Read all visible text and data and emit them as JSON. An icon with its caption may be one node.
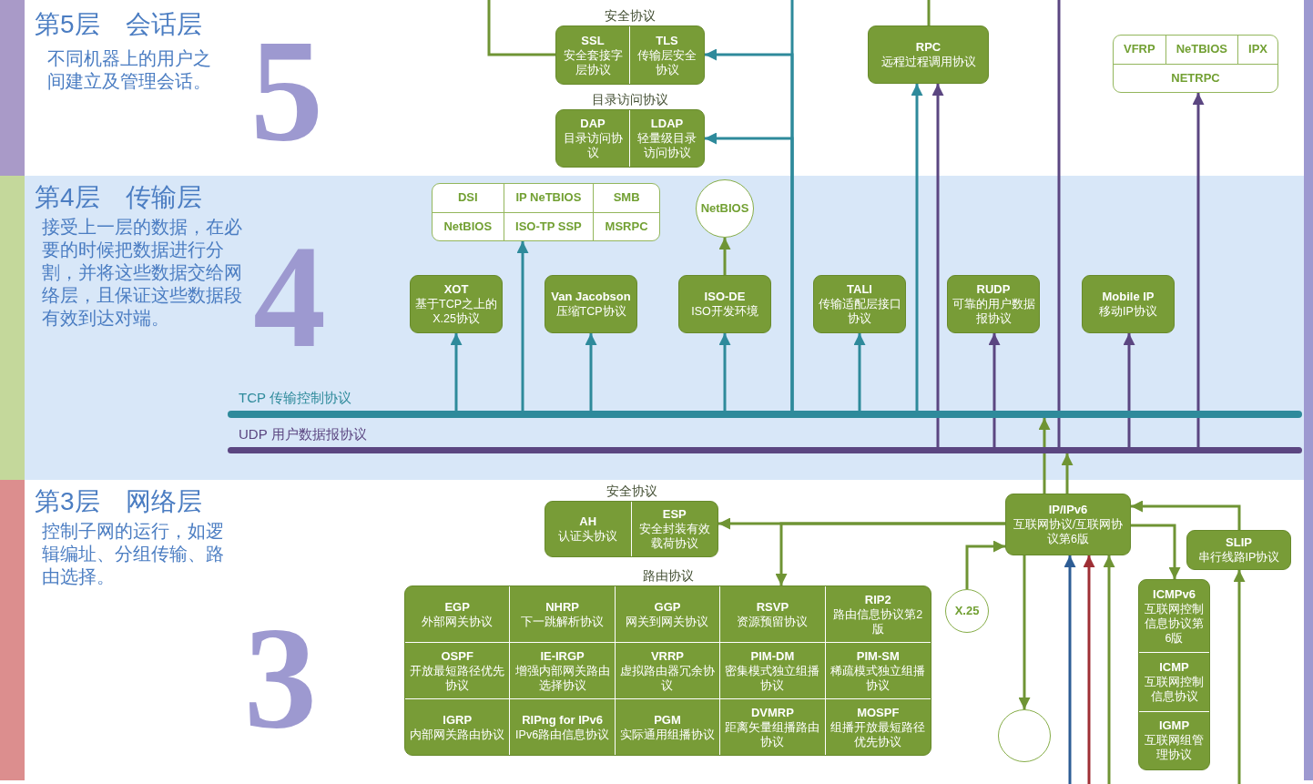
{
  "diagram": {
    "nodes": [
      {
        "text": [
          "第5层　会话层",
          "不同机器上的用户之间建立及管理会话。",
          "5"
        ]
      },
      {
        "text": [
          "安全协议",
          "SSL",
          "安全套接字层协议",
          "TLS",
          "传输层安全协议"
        ],
        "in": 0
      },
      {
        "text": [
          "RPC",
          "远程过程调用协议"
        ],
        "in": 0
      },
      {
        "text": [
          "VFRP",
          "NeTBIOS",
          "IPX",
          "NETRPC"
        ],
        "in": 0
      },
      {
        "text": [
          "目录访问协议",
          "DAP",
          "目录访问协议",
          "LDAP",
          "轻量级目录访问协议"
        ],
        "in": 0
      },
      {
        "text": [
          "第4层　传输层",
          "接受上一层的数据，在必要的时候把数据进行分割，并将这些数据交给网络层，且保证这些数据段有效到达对端。",
          "4"
        ]
      },
      {
        "text": [
          "DSI",
          "IP NeTBIOS",
          "SMB",
          "NetBIOS",
          "ISO-TP SSP",
          "MSRPC"
        ],
        "in": 5
      },
      {
        "text": [
          "NetBIOS"
        ],
        "in": 5
      },
      {
        "text": [
          "XOT",
          "基于TCP之上的X.25协议"
        ],
        "in": 5
      },
      {
        "text": [
          "Van Jacobson",
          "压缩TCP协议"
        ],
        "in": 5
      },
      {
        "text": [
          "ISO-DE",
          "ISO开发环境"
        ],
        "in": 5
      },
      {
        "text": [
          "TALI",
          "传输适配层接口协议"
        ],
        "in": 5
      },
      {
        "text": [
          "RUDP",
          "可靠的用户数据报协议"
        ],
        "in": 5
      },
      {
        "text": [
          "Mobile IP",
          "移动IP协议"
        ],
        "in": 5
      },
      {
        "text": [],
        "shape": "bar",
        "beside": [
          "TCP 传输控制协议"
        ],
        "in": 5
      },
      {
        "text": [],
        "shape": "bar",
        "beside": [
          "UDP 用户数据报协议"
        ],
        "in": 5
      },
      {
        "text": [
          "第3层　网络层",
          "控制子网的运行，如逻辑编址、分组传输、路由选择。",
          "3"
        ]
      },
      {
        "text": [
          "安全协议",
          "AH",
          "认证头协议",
          "ESP",
          "安全封装有效载荷协议"
        ],
        "in": 16
      },
      {
        "text": [
          "IP/IPv6",
          "互联网协议/互联网协议第6版"
        ],
        "in": 16
      },
      {
        "text": [
          "SLIP",
          "串行线路IP协议"
        ],
        "in": 16
      },
      {
        "text": [
          "路由协议",
          "EGP",
          "外部网关协议",
          "NHRP",
          "下一跳解析协议",
          "GGP",
          "网关到网关协议",
          "RSVP",
          "资源预留协议",
          "RIP2",
          "路由信息协议第2版",
          "OSPF",
          "开放最短路径优先协议",
          "IE-IRGP",
          "增强内部网关路由选择协议",
          "VRRP",
          "虚拟路由器冗余协议",
          "PIM-DM",
          "密集模式独立组播协议",
          "PIM-SM",
          "稀疏模式独立组播协议",
          "IGRP",
          "内部网关路由协议",
          "RIPng for IPv6",
          "IPv6路由信息协议",
          "PGM",
          "实际通用组播协议",
          "DVMRP",
          "距离矢量组播路由协议",
          "MOSPF",
          "组播开放最短路径优先协议"
        ],
        "in": 16
      },
      {
        "text": [
          "X.25"
        ],
        "in": 16
      },
      {
        "text": [
          "ICMPv6",
          "互联网控制信息协议第6版",
          "ICMP",
          "互联网控制信息协议",
          "IGMP",
          "互联网组管理协议"
        ],
        "in": 16
      },
      {
        "text": [],
        "shape": "circle",
        "in": 16
      }
    ],
    "edges": [
      {
        "from": 14,
        "to": 1,
        "arrow": "to",
        "color": "#2e8a9b"
      },
      {
        "from": 14,
        "to": 4,
        "arrow": "to",
        "color": "#2e8a9b"
      },
      {
        "from": 14,
        "to": 0,
        "arrow": "none",
        "color": "#2e8a9b"
      },
      {
        "from": null,
        "to": 1,
        "arrow": "none"
      },
      {
        "from": 2,
        "to": null,
        "arrow": "none"
      },
      {
        "from": 14,
        "to": 2,
        "arrow": "to",
        "color": "#2e8a9b"
      },
      {
        "from": 15,
        "to": 2,
        "arrow": "to",
        "color": "#5b4681"
      },
      {
        "from": 15,
        "to": 0,
        "arrow": "none",
        "color": "#5b4681"
      },
      {
        "from": 15,
        "to": 3,
        "arrow": "to",
        "color": "#5b4681"
      },
      {
        "from": 14,
        "to": 8,
        "arrow": "to",
        "color": "#2e8a9b"
      },
      {
        "from": 14,
        "to": 6,
        "arrow": "to",
        "color": "#2e8a9b"
      },
      {
        "from": 14,
        "to": 9,
        "arrow": "to",
        "color": "#2e8a9b"
      },
      {
        "from": 14,
        "to": 10,
        "arrow": "to",
        "color": "#2e8a9b"
      },
      {
        "from": 10,
        "to": 7,
        "arrow": "to"
      },
      {
        "from": 14,
        "to": 11,
        "arrow": "to",
        "color": "#2e8a9b"
      },
      {
        "from": 15,
        "to": 12,
        "arrow": "to",
        "color": "#5b4681"
      },
      {
        "from": 15,
        "to": 13,
        "arrow": "to",
        "color": "#5b4681"
      },
      {
        "from": 18,
        "to": 14,
        "arrow": "to"
      },
      {
        "from": 18,
        "to": 15,
        "arrow": "to"
      },
      {
        "from": 18,
        "to": 17,
        "arrow": "to"
      },
      {
        "from": 18,
        "to": 20,
        "arrow": "to"
      },
      {
        "from": 21,
        "to": 18,
        "arrow": "to"
      },
      {
        "from": 18,
        "to": 23,
        "arrow": "to"
      },
      {
        "from": 18,
        "to": 22,
        "arrow": "to"
      },
      {
        "from": 19,
        "to": 18,
        "arrow": "to"
      },
      {
        "from": null,
        "to": 19,
        "arrow": "to"
      },
      {
        "from": null,
        "to": 18,
        "arrow": "to",
        "color": "#2d5d95"
      },
      {
        "from": null,
        "to": 18,
        "arrow": "to",
        "color": "#9e2f35"
      },
      {
        "from": null,
        "to": 18,
        "arrow": "to"
      }
    ]
  }
}
